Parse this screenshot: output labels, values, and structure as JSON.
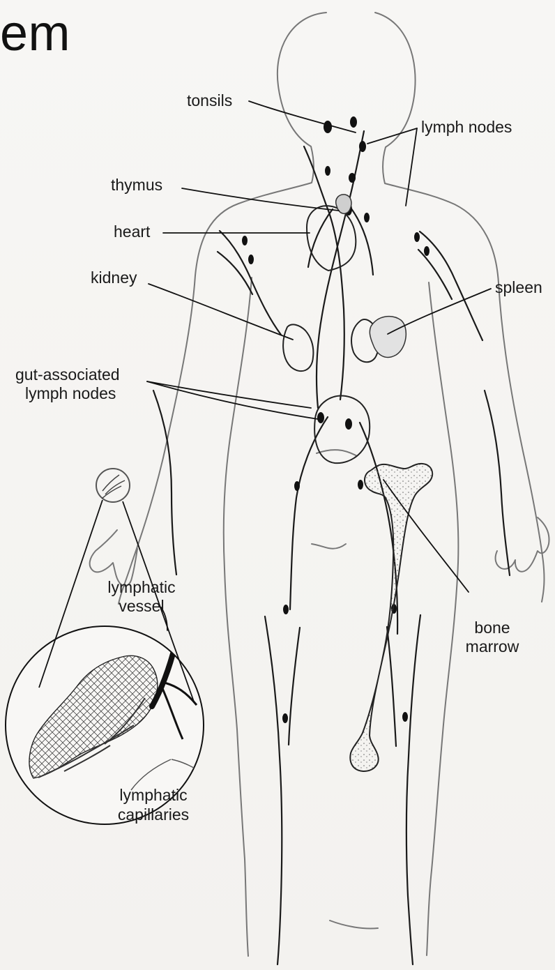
{
  "title": "em",
  "labels": {
    "tonsils": "tonsils",
    "lymph_nodes": "lymph nodes",
    "thymus": "thymus",
    "heart": "heart",
    "kidney": "kidney",
    "spleen": "spleen",
    "gut_associated_lymph_nodes_line1": "gut-associated",
    "gut_associated_lymph_nodes_line2": "lymph nodes",
    "lymphatic_vessel_line1": "lymphatic",
    "lymphatic_vessel_line2": "vessel",
    "bone_marrow_line1": "bone",
    "bone_marrow_line2": "marrow",
    "lymphatic_capillaries_line1": "lymphatic",
    "lymphatic_capillaries_line2": "capillaries"
  }
}
